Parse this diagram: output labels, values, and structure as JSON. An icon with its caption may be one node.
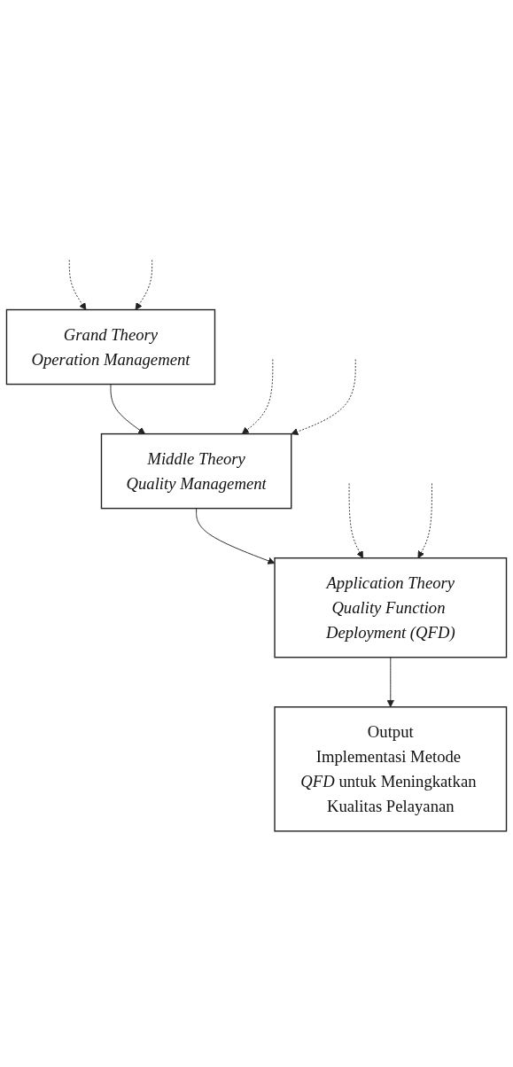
{
  "diagram": {
    "nodes": [
      {
        "text": [
          "Grand Theory",
          "Operation Management"
        ]
      },
      {
        "text": [
          "Middle Theory",
          "Quality Management"
        ]
      },
      {
        "text": [
          "Application Theory",
          "Quality Function Deployment (QFD)"
        ]
      },
      {
        "text": [
          "Output",
          "Implementasi Metode *QFD* untuk Meningkatkan Kualitas Pelayanan"
        ]
      }
    ],
    "edges": [
      {
        "from": 0,
        "to": 1,
        "arrow": "to"
      },
      {
        "from": 1,
        "to": 2,
        "arrow": "to"
      },
      {
        "from": 2,
        "to": 3,
        "arrow": "to"
      },
      {
        "from": null,
        "to": 0,
        "arrow": "to",
        "style": "dashed"
      },
      {
        "from": null,
        "to": 1,
        "arrow": "to",
        "style": "dashed"
      },
      {
        "from": null,
        "to": 2,
        "arrow": "to",
        "style": "dashed"
      },
      {
        "from": null,
        "to": 0,
        "arrow": "to",
        "style": "dashed"
      },
      {
        "from": null,
        "to": 1,
        "arrow": "to",
        "style": "dashed"
      },
      {
        "from": null,
        "to": 2,
        "arrow": "to",
        "style": "dashed"
      }
    ]
  }
}
